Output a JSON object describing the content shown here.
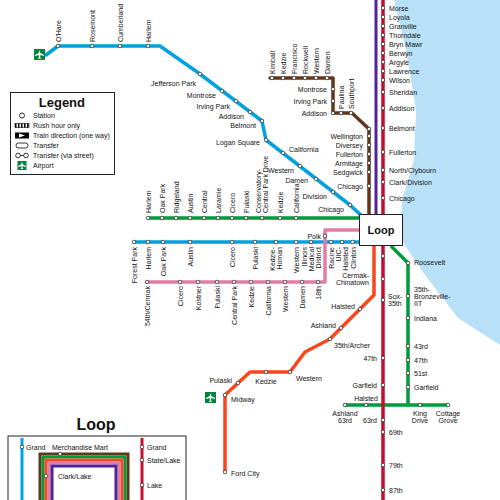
{
  "diagram": {
    "nodes": [
      {
        "text": [
          "Loop"
        ]
      }
    ],
    "labels": [
      "O'Hare",
      "Rosemont",
      "Cumberland",
      "Harlem",
      "Kimball",
      "Kedzie",
      "Francisco",
      "Rockwell",
      "Western",
      "Damen",
      "Morse",
      "Loyola",
      "Granville",
      "Thorndale",
      "Bryn Mawr",
      "Berwyn",
      "Argyle",
      "Lawrence",
      "Wilson",
      "Jefferson Park",
      "Montrose",
      "Montrose",
      "Paulina",
      "Southport",
      "Sheridan",
      "Irving Park",
      "Irving Park",
      "Addison",
      "Addison",
      "Addison",
      "Legend",
      "Belmont",
      "Belmont",
      "Wellington",
      "Logan Square",
      "Diversey",
      "California",
      "Fullerton",
      "Fullerton",
      "Armitage",
      "Western",
      "North/Clybourn",
      "Sedgwick",
      "Damen",
      "Clark/Division",
      "Chicago",
      "Division",
      "Chicago",
      "Chicago",
      "Harlem",
      "Oak Park",
      "Ridgeland",
      "Austin",
      "Central",
      "Laramie",
      "Cicero",
      "Pulaski",
      "Conservatory-Central Park Drive",
      "Kedzie",
      "California",
      "Polk",
      "Forest Park",
      "Harlem",
      "Oak Park",
      "Austin",
      "Cicero",
      "Pulaski",
      "Kedzie-Homan",
      "Western",
      "Illinois Medical District",
      "Racine",
      "UIC-Halsted",
      "Clinton",
      "Roosevelt",
      "Cermak-Chinatown",
      "54th/Cermak",
      "Cicero",
      "Kostner",
      "Pulaski",
      "Central Park",
      "Kedzie",
      "California",
      "Western",
      "Damen",
      "18th",
      "35th-Bronzeville-IIT",
      "Sox-35th",
      "Halsted",
      "Indiana",
      "Ashland",
      "35th/Archer",
      "43rd",
      "47th",
      "47th",
      "51st",
      "Western",
      "Pulaski",
      "Kedzie",
      "Garfield",
      "Garfield",
      "Halsted",
      "Midway",
      "Ashland 63rd",
      "King Drive",
      "Cottage Grove",
      "63rd",
      "Loop",
      "69th",
      "Grand",
      "Merchandise Mart",
      "Grand",
      "State/Lake",
      "79th",
      "Ford City",
      "Clark/Lake",
      "Lake",
      "87th"
    ],
    "legend": [
      {
        "text": "Station"
      },
      {
        "text": "Rush hour only"
      },
      {
        "text": "Train direction (one way)"
      },
      {
        "text": "Transfer"
      },
      {
        "text": "Transfer (via street)"
      },
      {
        "text": "Airport"
      }
    ]
  }
}
